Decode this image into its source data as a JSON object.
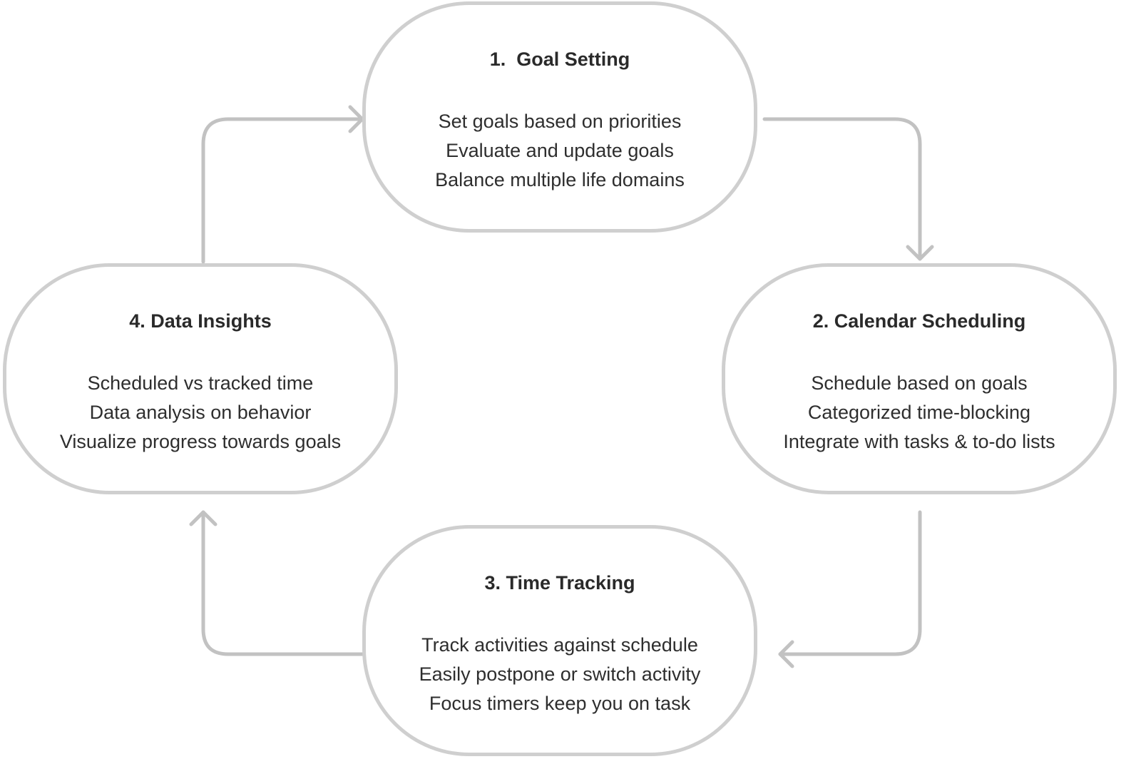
{
  "nodes": [
    {
      "title": "1.  Goal Setting",
      "lines": [
        "Set goals based on priorities",
        "Evaluate and update goals",
        "Balance multiple life domains"
      ]
    },
    {
      "title": "2. Calendar Scheduling",
      "lines": [
        "Schedule based on goals",
        "Categorized time-blocking",
        "Integrate with tasks & to-do lists"
      ]
    },
    {
      "title": "3. Time Tracking",
      "lines": [
        "Track activities against schedule",
        "Easily postpone or switch activity",
        "Focus timers keep you on task"
      ]
    },
    {
      "title": "4. Data Insights",
      "lines": [
        "Scheduled vs tracked time",
        "Data analysis on behavior",
        "Visualize progress towards goals"
      ]
    }
  ],
  "colors": {
    "outline": "#cfcfcf",
    "arrow": "#c2c2c2",
    "text": "#2b2b2b"
  }
}
